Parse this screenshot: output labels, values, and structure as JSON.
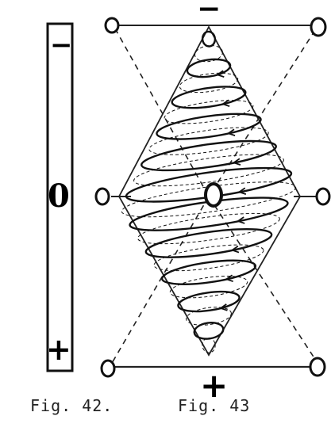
{
  "fig42": {
    "caption": "Fig. 42.",
    "top_sign": "−",
    "middle_sign": "0",
    "bottom_sign": "+"
  },
  "fig43": {
    "caption": "Fig. 43",
    "top_sign": "−",
    "bottom_sign": "+",
    "center_label": "O",
    "corner_labels": [
      "O",
      "O",
      "O",
      "O",
      "O",
      "O"
    ]
  },
  "colors": {
    "ink": "#111111",
    "paper": "#ffffff"
  }
}
